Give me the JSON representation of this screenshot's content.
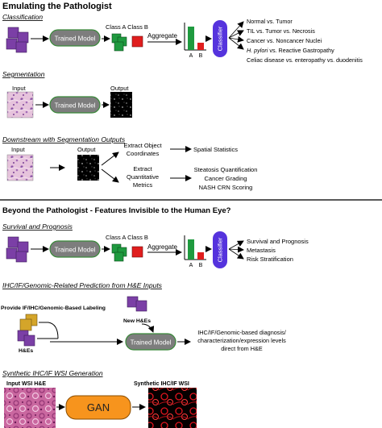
{
  "colors": {
    "purple": "#7b3fa6",
    "green": "#1f9a3f",
    "red": "#e01e1e",
    "gold": "#d4a52a",
    "model_gray": "#7d7d7d",
    "model_border": "#3a8a3a",
    "classifier_blue": "#5533dd",
    "gan_orange": "#f7941d",
    "divider": "#222222"
  },
  "section1": {
    "title": "Emulating the Pathologist",
    "classification": {
      "heading": "Classification",
      "model_label": "Trained Model",
      "class_header": "Class A Class B",
      "aggregate_label": "Aggregate",
      "bar_label_a": "A",
      "bar_label_b": "B",
      "classifier_label": "Classifier",
      "outputs": [
        {
          "text": "Normal vs. Tumor"
        },
        {
          "text": "TIL vs. Tumor vs. Necrosis"
        },
        {
          "text": "Cancer vs. Noncancer Nuclei"
        },
        {
          "italic": "H. pylori",
          "text": " vs. Reactive Gastropathy"
        },
        {
          "text": "Celiac disease vs. enteropathy vs. duodenitis"
        }
      ]
    },
    "segmentation": {
      "heading": "Segmentation",
      "input_label": "Input",
      "model_label": "Trained Model",
      "output_label": "Output"
    },
    "downstream": {
      "heading": "Downstream with Segmentation Outputs",
      "input_label": "Input",
      "output_label": "Output",
      "extract_object_line1": "Extract Object",
      "extract_object_line2": "Coordinates",
      "spatial_statistics": "Spatial Statistics",
      "extract_quant_line1": "Extract",
      "extract_quant_line2": "Quantitative",
      "extract_quant_line3": "Metrics",
      "metric_outputs": [
        "Steatosis Quantification",
        "Cancer Grading",
        "NASH CRN Scoring"
      ]
    }
  },
  "section2": {
    "title": "Beyond the Pathologist - Features Invisible to the Human Eye?",
    "survival": {
      "heading": "Survival and Prognosis",
      "model_label": "Trained Model",
      "class_header": "Class A Class B",
      "aggregate_label": "Aggregate",
      "bar_label_a": "A",
      "bar_label_b": "B",
      "classifier_label": "Classifier",
      "outputs": [
        "Survival and Prognosis",
        "Metastasis",
        "Risk Stratification"
      ]
    },
    "ihc": {
      "heading": "IHC/IF/Genomic-Related Prediction from H&E Inputs",
      "provide_label": "Provide IF/IHC/Genomic-Based Labeling",
      "new_hes_label": "New H&Es",
      "hes_label": "H&Es",
      "model_label": "Trained Model",
      "output_lines": [
        "IHC/IF/Genomic-based diagnosis/",
        "characterization/expression levels",
        "direct from H&E"
      ]
    },
    "synthetic": {
      "heading": "Synthetic IHC/IF WSI Generation",
      "input_label": "Input WSI H&E",
      "gan_label": "GAN",
      "output_label": "Synthetic IHC/IF WSI"
    }
  }
}
